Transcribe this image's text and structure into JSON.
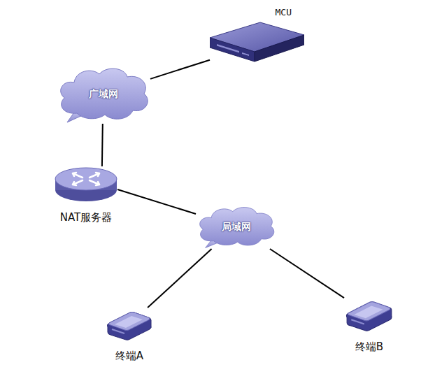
{
  "diagram": {
    "nodes": [
      {
        "text": [
          "MCU"
        ]
      },
      {
        "text": [
          "广域网"
        ]
      },
      {
        "text": [
          "NAT服务器"
        ]
      },
      {
        "text": [
          "局域网"
        ]
      },
      {
        "text": [
          "终端A"
        ]
      },
      {
        "text": [
          "终端B"
        ]
      }
    ],
    "edges": [
      {
        "from": 0,
        "to": 1,
        "arrow": "none"
      },
      {
        "from": 1,
        "to": 2,
        "arrow": "none"
      },
      {
        "from": 2,
        "to": 3,
        "arrow": "none"
      },
      {
        "from": 3,
        "to": 4,
        "arrow": "none"
      },
      {
        "from": 3,
        "to": 5,
        "arrow": "none"
      }
    ]
  }
}
